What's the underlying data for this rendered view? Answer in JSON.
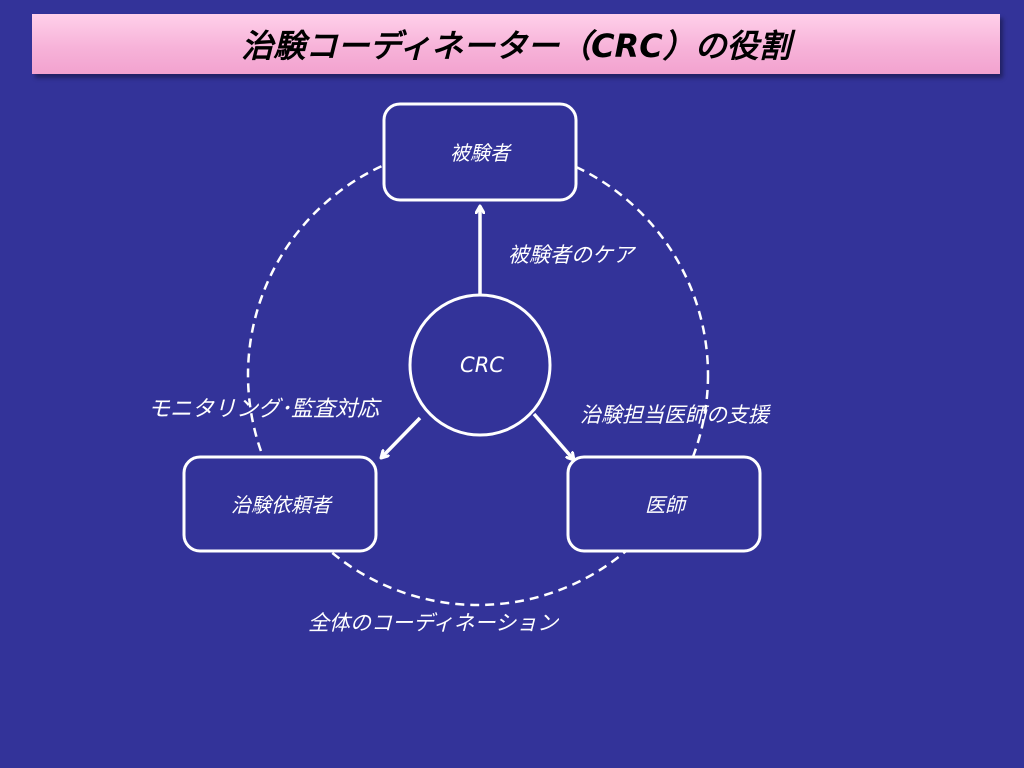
{
  "title": "治験コーディネーター（CRC）の役割",
  "colors": {
    "background": "#333399",
    "title_bar": "#f7b3d9",
    "lines": "#ffffff"
  },
  "nodes": {
    "subject": "被験者",
    "crc": "CRC",
    "sponsor": "治験依頼者",
    "doctor": "医師"
  },
  "relations": {
    "subject_care": "被験者のケア",
    "doctor_support": "治験担当医師の支援",
    "monitoring": "モニタリング･監査対応",
    "coordination": "全体のコーディネーション"
  }
}
